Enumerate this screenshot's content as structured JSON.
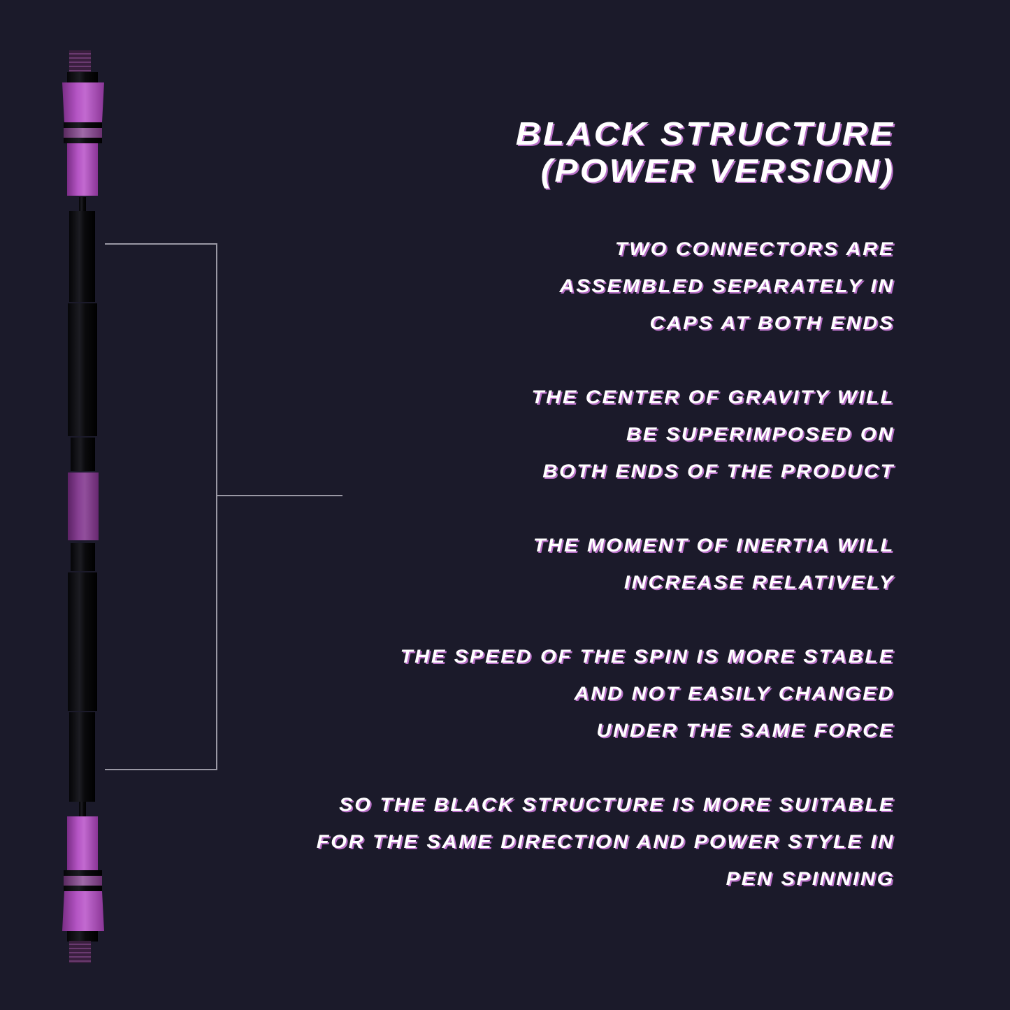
{
  "title": [
    "Black Structure",
    "(Power Version)"
  ],
  "paragraphs": [
    [
      "Two connectors are",
      "assembled separately in",
      "caps at both ends"
    ],
    [
      "The center of gravity will",
      "be superimposed on",
      "both ends of the product"
    ],
    [
      "The moment of inertia will",
      "increase relatively"
    ],
    [
      "The speed of the spin is more stable",
      "and not easily changed",
      "under the same force"
    ],
    [
      "So the black structure is more suitable",
      "for the same direction and power style in",
      "pen spinning"
    ]
  ],
  "colors": {
    "background": "#1b1a2a",
    "accent": "#b76fc6",
    "text": "#ffffff"
  }
}
